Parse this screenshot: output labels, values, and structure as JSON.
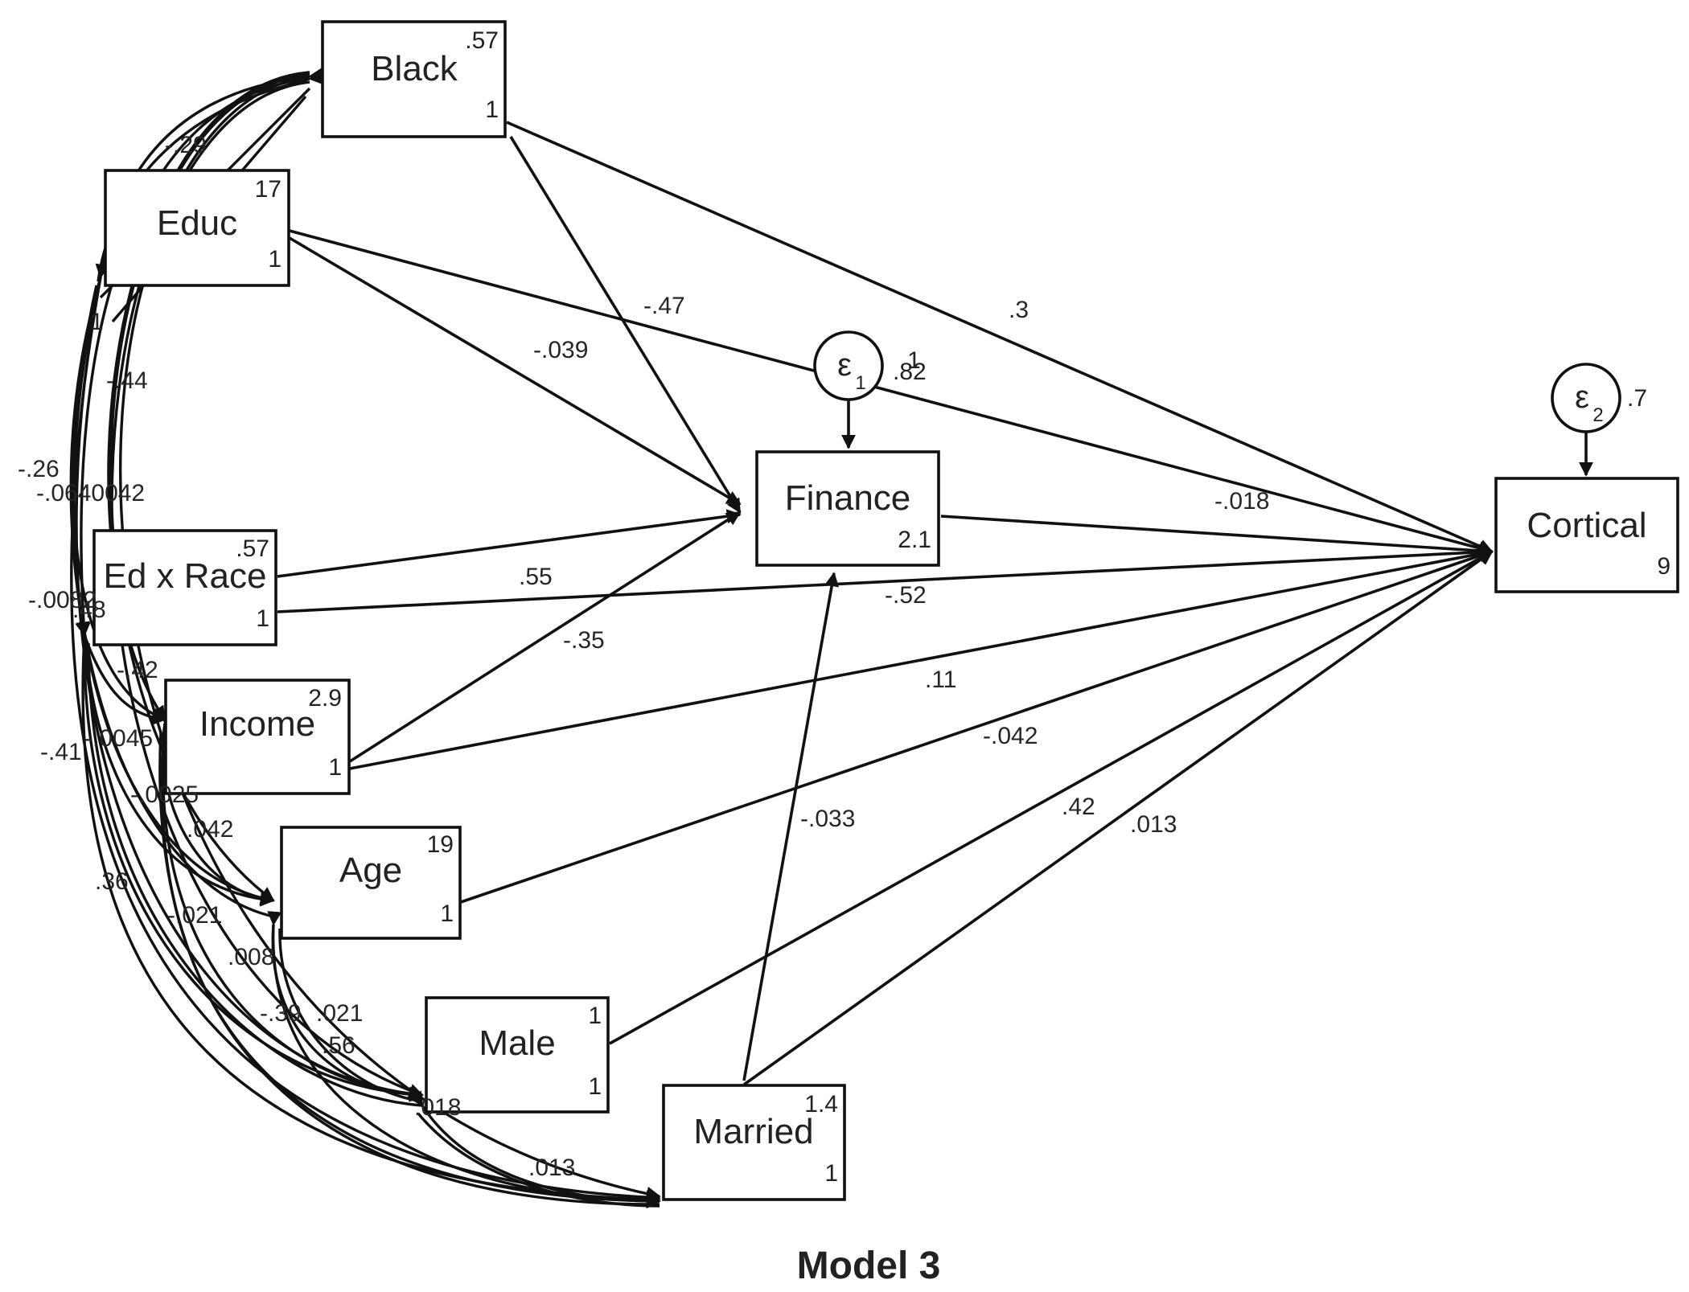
{
  "caption": "Model 3",
  "variables": {
    "black": {
      "name": "Black",
      "mean": ".57",
      "var": "1"
    },
    "educ": {
      "name": "Educ",
      "mean": "17",
      "var": "1"
    },
    "edrace": {
      "name": "Ed x Race",
      "mean": ".57",
      "var": "1"
    },
    "income": {
      "name": "Income",
      "mean": "2.9",
      "var": "1"
    },
    "age": {
      "name": "Age",
      "mean": "19",
      "var": "1"
    },
    "male": {
      "name": "Male",
      "mean": "1",
      "var": "1"
    },
    "married": {
      "name": "Married",
      "mean": "1.4",
      "var": "1"
    },
    "finance": {
      "name": "Finance",
      "mean": "2.1"
    },
    "cortical": {
      "name": "Cortical",
      "mean": "9"
    }
  },
  "errors": {
    "e1": {
      "symbol": "ε",
      "sub": "1",
      "value": ".82",
      "extra": "1"
    },
    "e2": {
      "symbol": "ε",
      "sub": "2",
      "value": ".7"
    }
  },
  "paths": {
    "black_cortical": ".3",
    "black_finance": "-.47",
    "educ_finance": "-.039",
    "educ_cortical": "-.018",
    "edrace_finance": ".55",
    "edrace_cortical": "-.52",
    "income_finance": "-.35",
    "income_cortical": ".11",
    "age_cortical": "-.042",
    "male_cortical": ".42",
    "married_cortical": ".013",
    "married_finance": "-.033",
    "finance_cortical": ""
  },
  "covariances": [
    "-.29",
    "1",
    "-.44",
    "-.26",
    "-.0640042",
    "-.0082",
    ".48",
    "-.42",
    "-.41",
    "-.0045",
    "-.0025",
    ".042",
    ".36",
    "-.021",
    ".008",
    "-.39",
    ".021",
    ".56",
    ".018",
    ".013"
  ],
  "colors": {
    "ink": "#111111",
    "background": "#ffffff"
  }
}
